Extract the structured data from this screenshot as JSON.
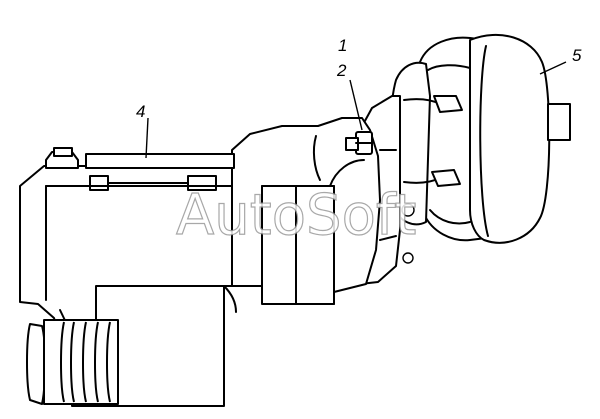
{
  "callouts": [
    {
      "id": "1",
      "label": "1"
    },
    {
      "id": "2",
      "label": "2"
    },
    {
      "id": "4",
      "label": "4"
    },
    {
      "id": "5",
      "label": "5"
    }
  ],
  "watermark": "AutoSoft",
  "colors": {
    "line": "#000000",
    "background": "#ffffff",
    "watermark_outline": "#9a9a9a"
  }
}
